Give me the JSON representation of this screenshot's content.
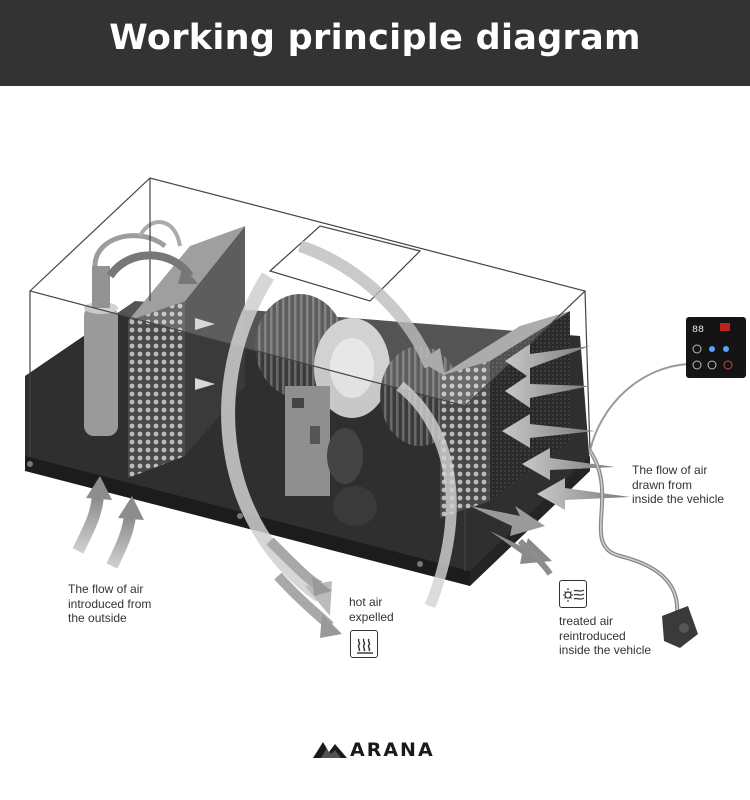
{
  "header": {
    "title": "Working principle diagram"
  },
  "labels": {
    "outside_air": "The flow of air\nintroduced from\nthe outside",
    "hot_air": "hot air\nexpelled",
    "treated_air": "treated air\nreintroduced\ninside the vehicle",
    "inside_air": "The flow of air\ndrawn from\ninside the vehicle"
  },
  "icons": {
    "hot_air": "heat-waves-icon",
    "treated_air": "snowflake-airflow-icon"
  },
  "controller": {
    "display": "88",
    "color": "#111111"
  },
  "brand": {
    "logo_text": "ARANA"
  },
  "colors": {
    "header_bg": "#333333",
    "header_text": "#ffffff",
    "unit_body": "#2e2e2e",
    "arrow_gray": "#9a9a9a"
  }
}
